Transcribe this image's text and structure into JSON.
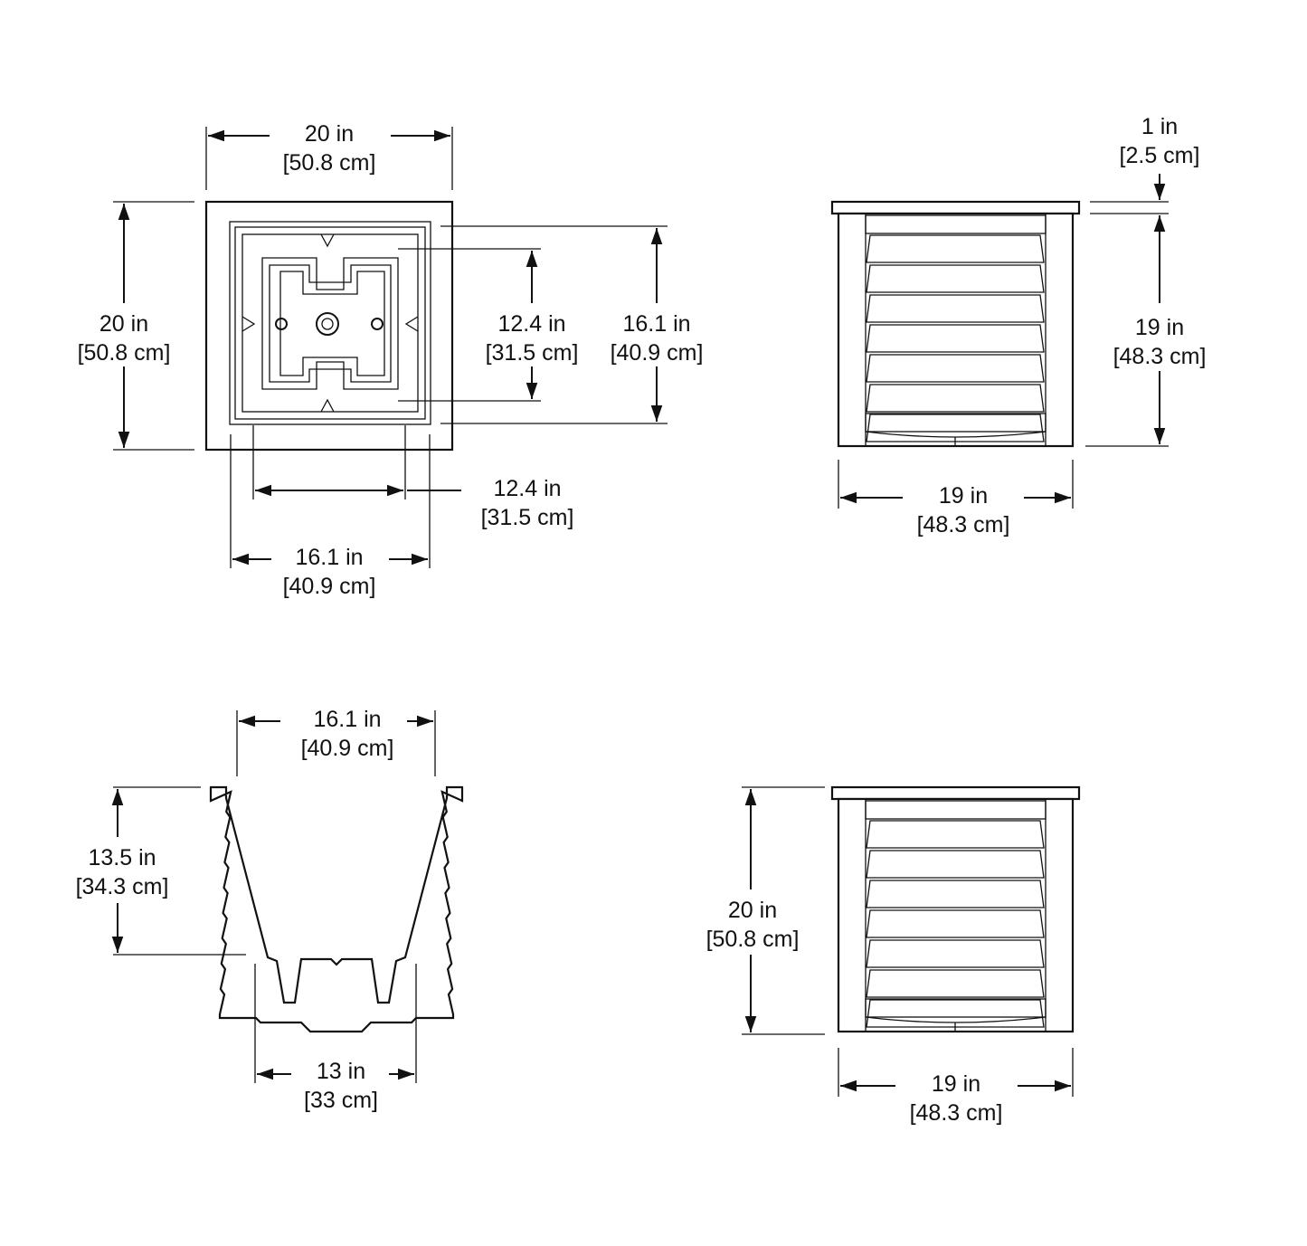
{
  "drawing": {
    "top_view": {
      "overall_width": {
        "imperial": "20 in",
        "metric": "[50.8 cm]"
      },
      "overall_depth": {
        "imperial": "20 in",
        "metric": "[50.8 cm]"
      },
      "inner_liner_depth": {
        "imperial": "12.4 in",
        "metric": "[31.5 cm]"
      },
      "outer_liner_depth": {
        "imperial": "16.1 in",
        "metric": "[40.9 cm]"
      },
      "inner_liner_width": {
        "imperial": "12.4 in",
        "metric": "[31.5 cm]"
      },
      "outer_liner_width": {
        "imperial": "16.1 in",
        "metric": "[40.9 cm]"
      }
    },
    "side_view": {
      "cap_thickness": {
        "imperial": "1 in",
        "metric": "[2.5 cm]"
      },
      "body_height": {
        "imperial": "19 in",
        "metric": "[48.3 cm]"
      },
      "body_width": {
        "imperial": "19 in",
        "metric": "[48.3 cm]"
      }
    },
    "liner_section": {
      "top_width": {
        "imperial": "16.1 in",
        "metric": "[40.9 cm]"
      },
      "depth": {
        "imperial": "13.5 in",
        "metric": "[34.3 cm]"
      },
      "bottom_width": {
        "imperial": "13 in",
        "metric": "[33 cm]"
      }
    },
    "front_view": {
      "overall_height": {
        "imperial": "20 in",
        "metric": "[50.8 cm]"
      },
      "body_width": {
        "imperial": "19 in",
        "metric": "[48.3 cm]"
      }
    }
  }
}
